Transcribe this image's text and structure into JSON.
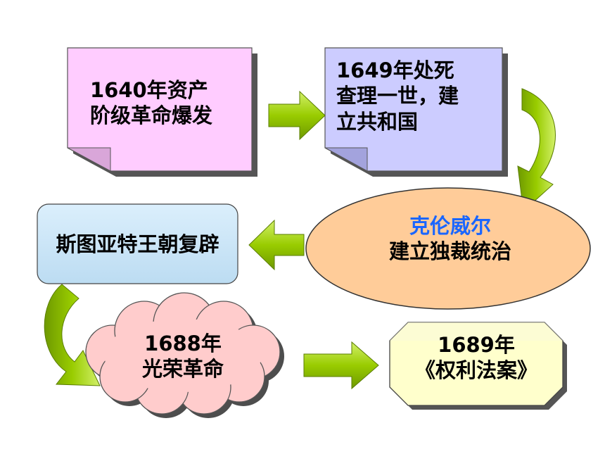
{
  "nodes": {
    "revolution": {
      "lines": [
        "1640年资产",
        "阶级革命爆发"
      ]
    },
    "execution": {
      "lines": [
        "1649年处死",
        "查理一世，建",
        "立共和国"
      ]
    },
    "cromwell": {
      "name": "克伦威尔",
      "text": "建立独裁统治"
    },
    "restoration": {
      "text": "斯图亚特王朝复辟"
    },
    "glorious": {
      "lines": [
        "1688年",
        "光荣革命"
      ]
    },
    "bill": {
      "lines": [
        "1689年",
        "《权利法案》"
      ]
    }
  },
  "colors": {
    "note_pink": "#ffccff",
    "note_lavender": "#ccccff",
    "ellipse_peach": "#ffcc99",
    "box_blue": "#cce6f7",
    "cloud_pink": "#ffcccc",
    "octagon_yellow": "#ffffcc",
    "arrow_green": "#99cc00",
    "highlight_blue": "#1a66ff"
  }
}
